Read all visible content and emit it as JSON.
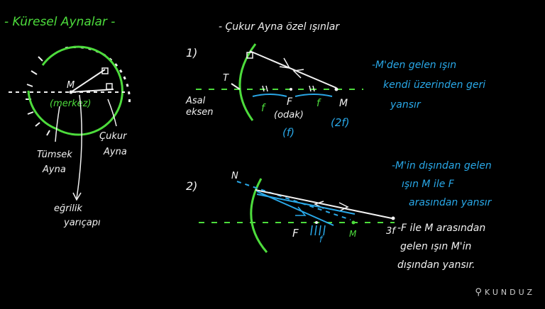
{
  "title": "- Küresel Aynalar -",
  "subtitle": "- Çukur Ayna özel ışınlar",
  "left_diagram": {
    "center_label": "M",
    "center_sub": "(merkez)",
    "convex_label_1": "Tümsek",
    "convex_label_2": "Ayna",
    "concave_label_1": "Çukur",
    "concave_label_2": "Ayna",
    "radius_label_1": "eğrilik",
    "radius_label_2": "yarıçapı"
  },
  "ray1": {
    "number": "1)",
    "axis_label_1": "Asal",
    "axis_label_2": "eksen",
    "t_label": "T",
    "f1": "f",
    "f2": "f",
    "focus_label": "F",
    "focus_sub": "(odak)",
    "focus_sym": "(f)",
    "center_label": "M",
    "center_sym": "(2f)",
    "note_1": "-M'den gelen ışın",
    "note_2": "kendi üzerinden geri",
    "note_3": "yansır"
  },
  "ray2": {
    "number": "2)",
    "n_label": "N",
    "focus_label": "F",
    "f_mark": "f",
    "center_label": "M",
    "three_f": "3f",
    "note_a1": "-M'in dışından gelen",
    "note_a2": "ışın M ile F",
    "note_a3": "arasından yansır",
    "note_b1": "-F ile M arasından",
    "note_b2": "gelen ışın M'in",
    "note_b3": "dışından yansır."
  },
  "logo": {
    "icon": "trophy-icon",
    "text": "KUNDUZ"
  },
  "colors": {
    "background": "#000000",
    "chalk_green": "#4ddc3c",
    "chalk_white": "#f2f2f2",
    "chalk_blue": "#29a8e8"
  }
}
